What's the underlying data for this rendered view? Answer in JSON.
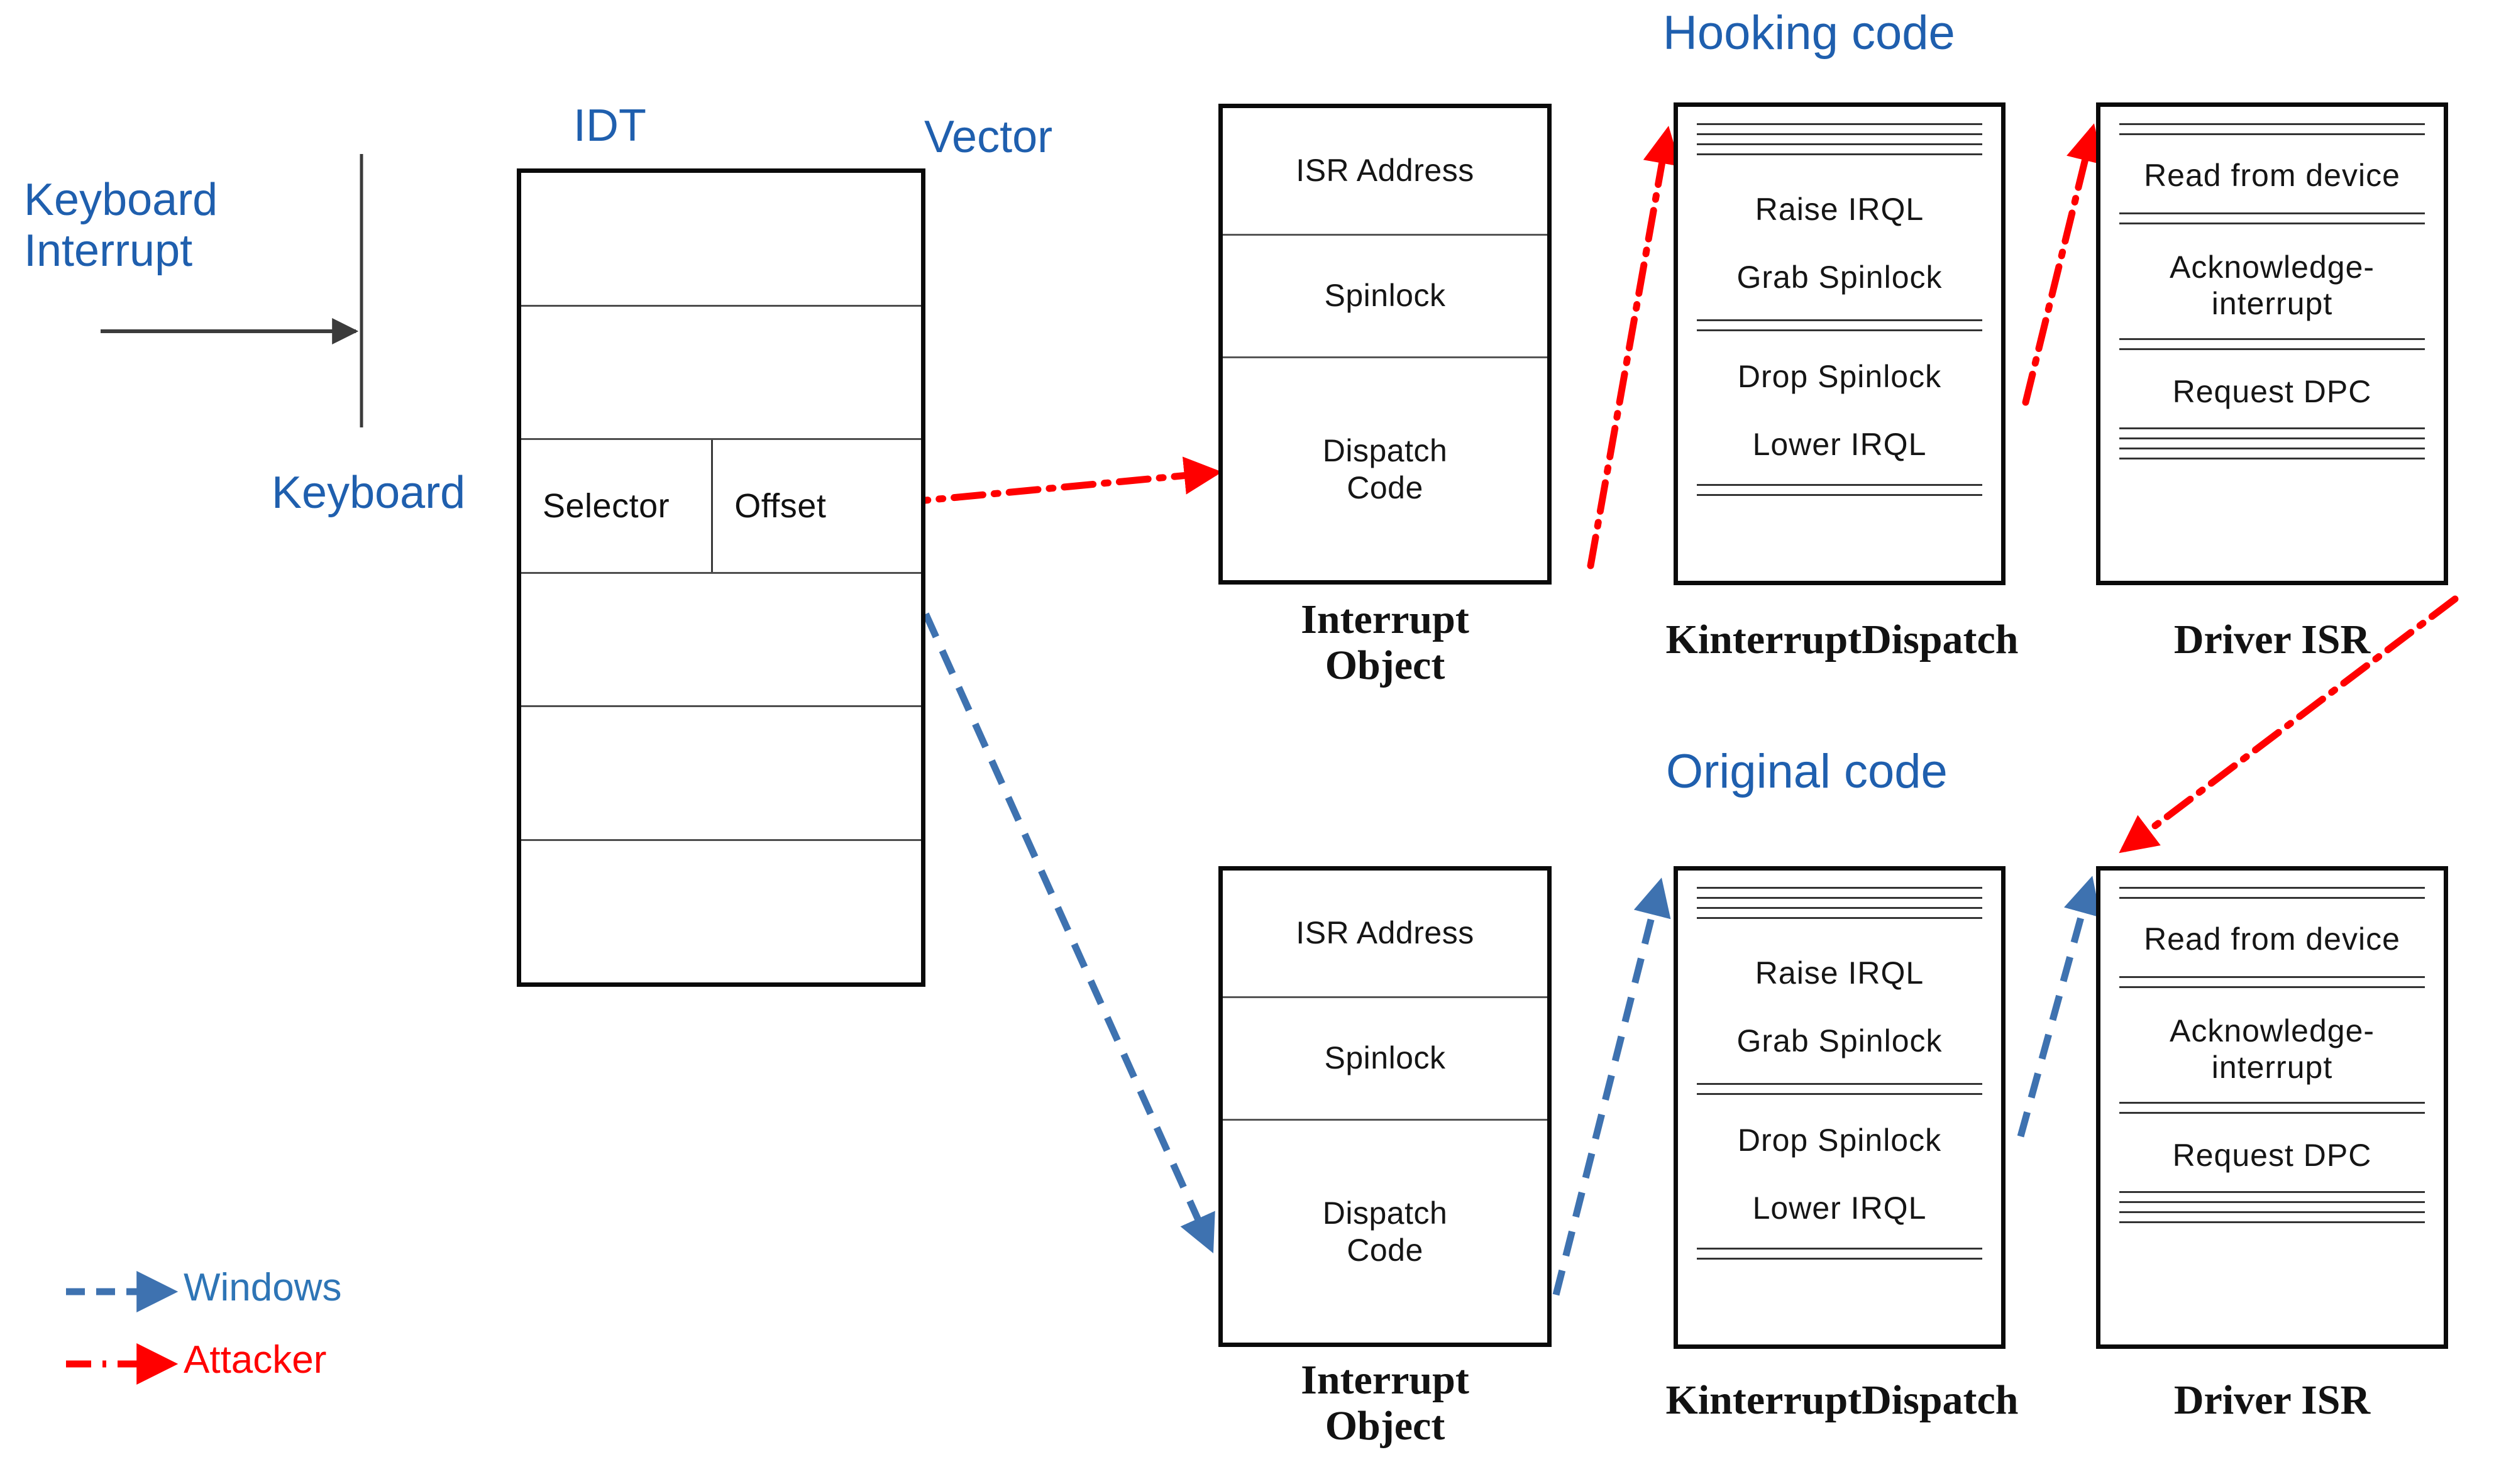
{
  "colors": {
    "annotation_blue": "#1F5FAE",
    "windows_blue": "#2E75B6",
    "attacker_red": "#FF0000",
    "box_border": "#0A0A0A",
    "inner_rule": "#555555",
    "background": "#FFFFFF"
  },
  "annotations": {
    "keyboard_interrupt": "Keyboard\nInterrupt",
    "idt": "IDT",
    "vector": "Vector",
    "keyboard": "Keyboard",
    "hooking_code": "Hooking code",
    "original_code": "Original code"
  },
  "idt_table": {
    "rows": [
      {
        "type": "empty",
        "cells": []
      },
      {
        "type": "empty",
        "cells": []
      },
      {
        "type": "split",
        "cells": [
          "Selector",
          "Offset"
        ]
      },
      {
        "type": "empty",
        "cells": []
      },
      {
        "type": "empty",
        "cells": []
      },
      {
        "type": "empty",
        "cells": []
      }
    ]
  },
  "sections": [
    {
      "id": "hooking",
      "title": "Hooking code",
      "interrupt_object": {
        "caption": "Interrupt\nObject",
        "fields": [
          "ISR Address",
          "Spinlock",
          "Dispatch\nCode"
        ]
      },
      "kinterrupt_dispatch": {
        "caption": "KinterruptDispatch",
        "blocks": [
          {
            "kind": "rules",
            "count": 4
          },
          {
            "kind": "text",
            "value": "Raise  IRQL"
          },
          {
            "kind": "text",
            "value": "Grab  Spinlock"
          },
          {
            "kind": "rules",
            "count": 2
          },
          {
            "kind": "text",
            "value": "Drop  Spinlock"
          },
          {
            "kind": "text",
            "value": "Lower  IRQL"
          },
          {
            "kind": "rules",
            "count": 2
          }
        ]
      },
      "driver_isr": {
        "caption": "Driver ISR",
        "blocks": [
          {
            "kind": "rules",
            "count": 2
          },
          {
            "kind": "text",
            "value": "Read  from  device"
          },
          {
            "kind": "rules",
            "count": 2
          },
          {
            "kind": "text",
            "value": "Acknowledge-\ninterrupt"
          },
          {
            "kind": "rules",
            "count": 2
          },
          {
            "kind": "text",
            "value": "Request  DPC"
          },
          {
            "kind": "rules",
            "count": 4
          }
        ]
      }
    },
    {
      "id": "original",
      "title": "Original code",
      "interrupt_object": {
        "caption": "Interrupt\nObject",
        "fields": [
          "ISR Address",
          "Spinlock",
          "Dispatch\nCode"
        ]
      },
      "kinterrupt_dispatch": {
        "caption": "KinterruptDispatch",
        "blocks": [
          {
            "kind": "rules",
            "count": 4
          },
          {
            "kind": "text",
            "value": "Raise  IRQL"
          },
          {
            "kind": "text",
            "value": "Grab  Spinlock"
          },
          {
            "kind": "rules",
            "count": 2
          },
          {
            "kind": "text",
            "value": "Drop  Spinlock"
          },
          {
            "kind": "text",
            "value": "Lower  IRQL"
          },
          {
            "kind": "rules",
            "count": 2
          }
        ]
      },
      "driver_isr": {
        "caption": "Driver ISR",
        "blocks": [
          {
            "kind": "rules",
            "count": 2
          },
          {
            "kind": "text",
            "value": "Read  from  device"
          },
          {
            "kind": "rules",
            "count": 2
          },
          {
            "kind": "text",
            "value": "Acknowledge-\ninterrupt"
          },
          {
            "kind": "rules",
            "count": 2
          },
          {
            "kind": "text",
            "value": "Request  DPC"
          },
          {
            "kind": "rules",
            "count": 4
          }
        ]
      }
    }
  ],
  "legend": {
    "items": [
      {
        "label": "Windows",
        "style": "dashed",
        "color": "#2E75B6"
      },
      {
        "label": "Attacker",
        "style": "dash-dot",
        "color": "#FF0000"
      }
    ]
  }
}
